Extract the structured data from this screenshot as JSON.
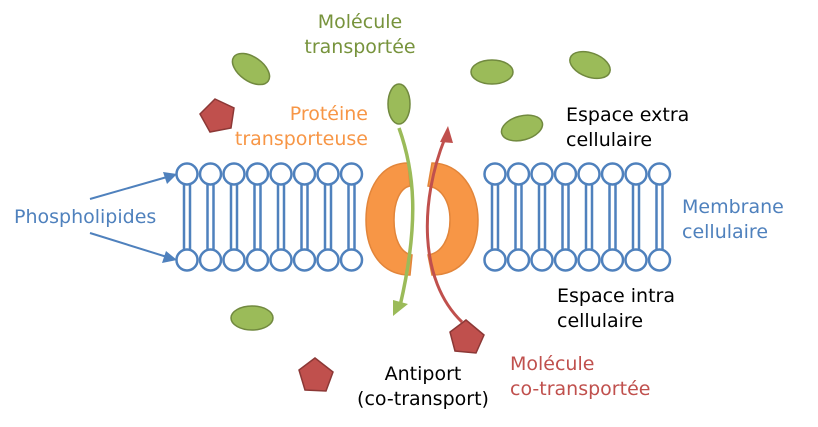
{
  "colors": {
    "membrane_blue": "#4F81BD",
    "protein_orange": "#F79646",
    "molecule_green": "#77933C",
    "cotransported_red": "#C0504D",
    "text_black": "#000000"
  },
  "labels": {
    "molecule_transported": [
      "Molécule",
      "transportée"
    ],
    "transport_protein": [
      "Protéine",
      "transporteuse"
    ],
    "extracellular_space": [
      "Espace extra",
      "cellulaire"
    ],
    "phospholipids": "Phospholipides",
    "cell_membrane": [
      "Membrane",
      "cellulaire"
    ],
    "intracellular_space": [
      "Espace intra",
      "cellulaire"
    ],
    "antiport": [
      "Antiport",
      "(co-transport)"
    ],
    "molecule_cotransported": [
      "Molécule",
      "co-transportée"
    ]
  },
  "icons": {
    "green_molecule": "ellipse-icon",
    "red_molecule": "pentagon-icon"
  }
}
